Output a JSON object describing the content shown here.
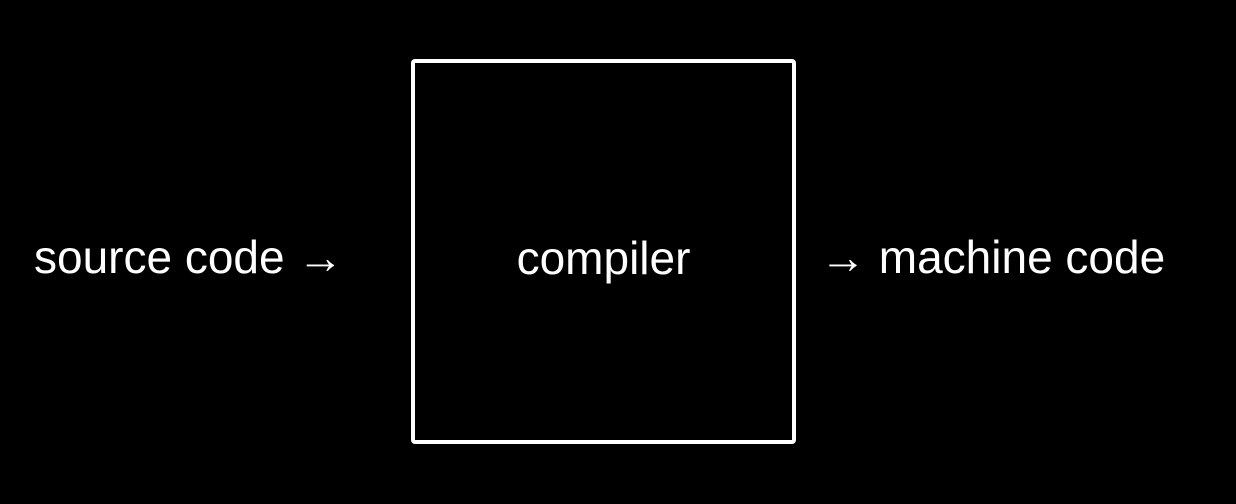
{
  "diagram": {
    "input_label": "source code →",
    "process_label": "compiler",
    "output_label": "→ machine code"
  },
  "colors": {
    "background": "#000000",
    "foreground": "#ffffff"
  }
}
